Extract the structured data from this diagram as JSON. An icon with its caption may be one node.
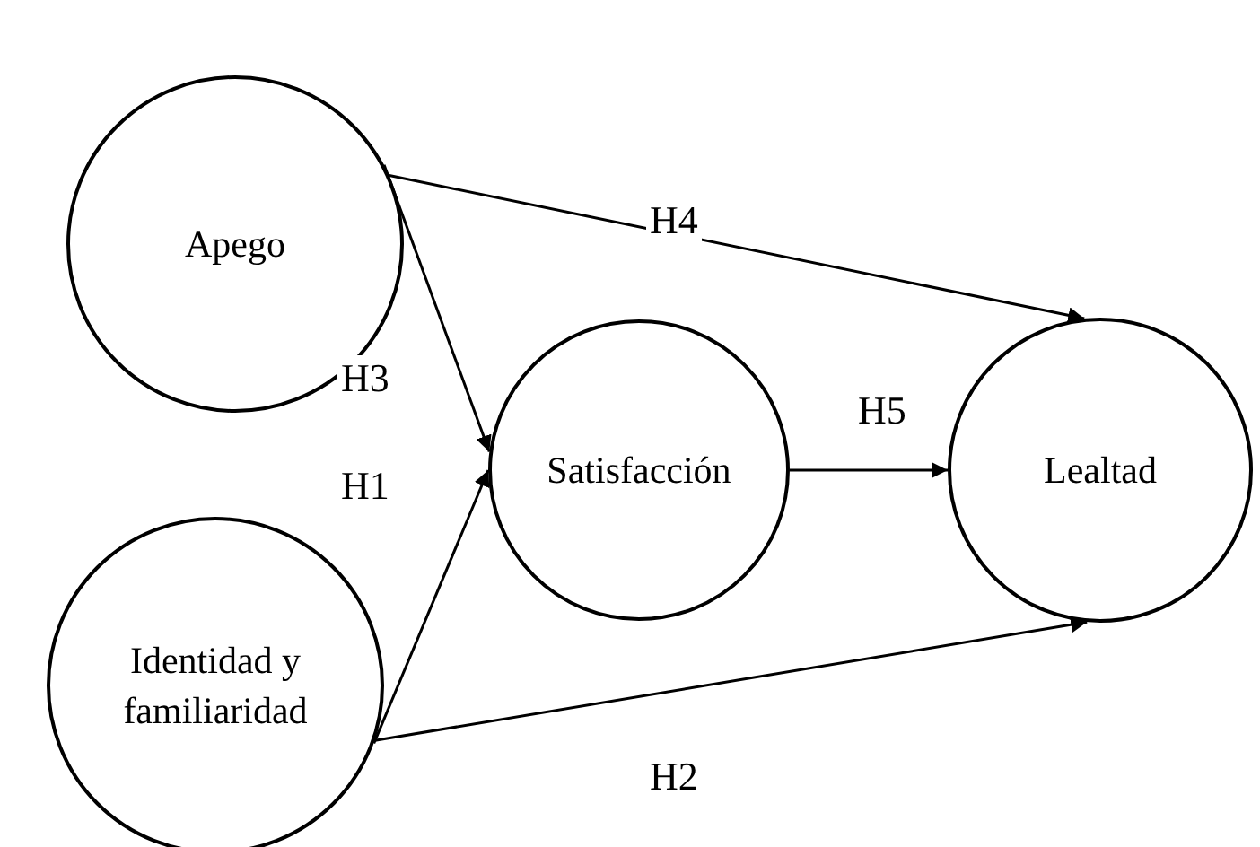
{
  "diagram": {
    "nodes": [
      {
        "text": [
          "Apego"
        ]
      },
      {
        "text": [
          "Identidad y familiaridad"
        ]
      },
      {
        "text": [
          "Satisfacción"
        ]
      },
      {
        "text": [
          "Lealtad"
        ]
      }
    ],
    "edges": [
      {
        "from": 0,
        "to": 3,
        "arrow": "to",
        "label": "H4"
      },
      {
        "from": 0,
        "to": 2,
        "arrow": "to",
        "label": "H3"
      },
      {
        "from": 1,
        "to": 2,
        "arrow": "to",
        "label": "H1"
      },
      {
        "from": 2,
        "to": 3,
        "arrow": "to",
        "label": "H5"
      },
      {
        "from": 1,
        "to": 3,
        "arrow": "to",
        "label": "H2"
      }
    ]
  }
}
